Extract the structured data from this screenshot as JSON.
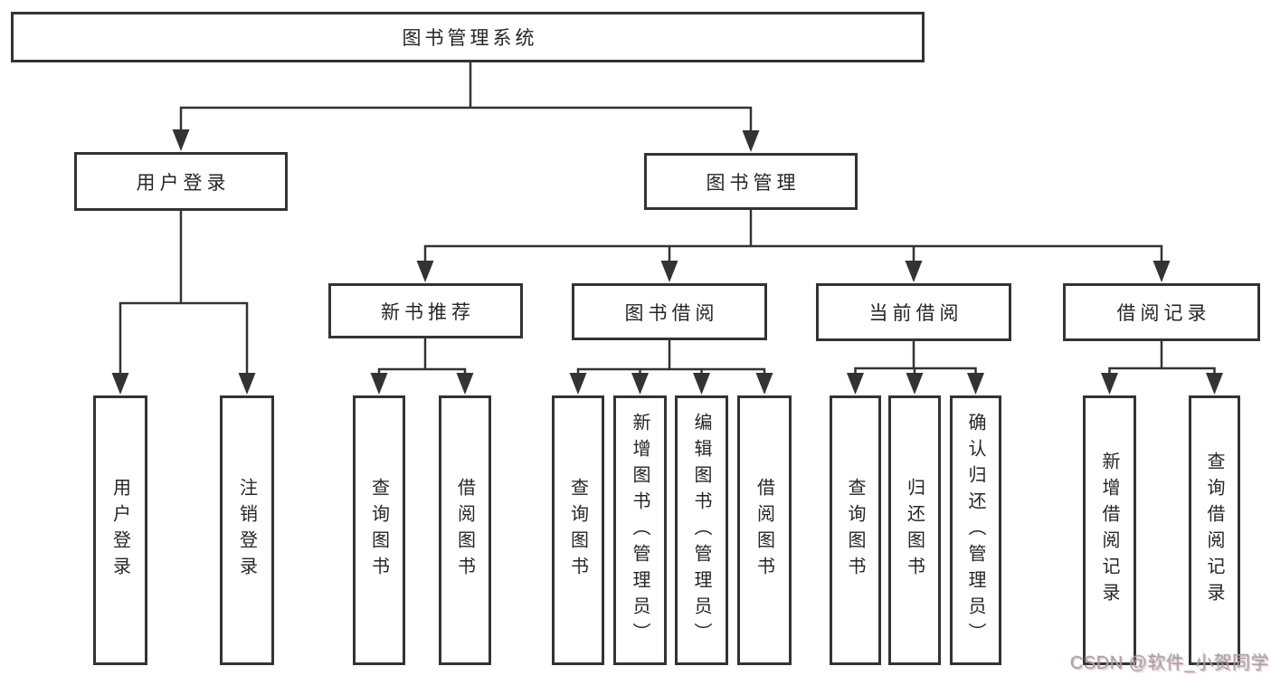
{
  "title": "图书管理系统",
  "nodes": {
    "root": {
      "label": "图书管理系统"
    },
    "user_login": {
      "label": "用户登录",
      "children": [
        {
          "label": "用户登录"
        },
        {
          "label": "注销登录"
        }
      ]
    },
    "book_management": {
      "label": "图书管理",
      "sections": [
        {
          "label": "新书推荐",
          "children": [
            {
              "label": "查询图书"
            },
            {
              "label": "借阅图书"
            }
          ]
        },
        {
          "label": "图书借阅",
          "children": [
            {
              "label": "查询图书"
            },
            {
              "label": "新增图书（管理员）"
            },
            {
              "label": "编辑图书（管理员）"
            },
            {
              "label": "借阅图书"
            }
          ]
        },
        {
          "label": "当前借阅",
          "children": [
            {
              "label": "查询图书"
            },
            {
              "label": "归还图书"
            },
            {
              "label": "确认归还（管理员）"
            }
          ]
        },
        {
          "label": "借阅记录",
          "children": [
            {
              "label": "新增借阅记录"
            },
            {
              "label": "查询借阅记录"
            }
          ]
        }
      ]
    }
  },
  "watermark": {
    "text": "CSDN @软件_小贺同学"
  },
  "colors": {
    "line": "#333333",
    "box_border": "#333333",
    "text": "#262626",
    "background": "#ffffff",
    "watermark": "#a2a2a2"
  }
}
